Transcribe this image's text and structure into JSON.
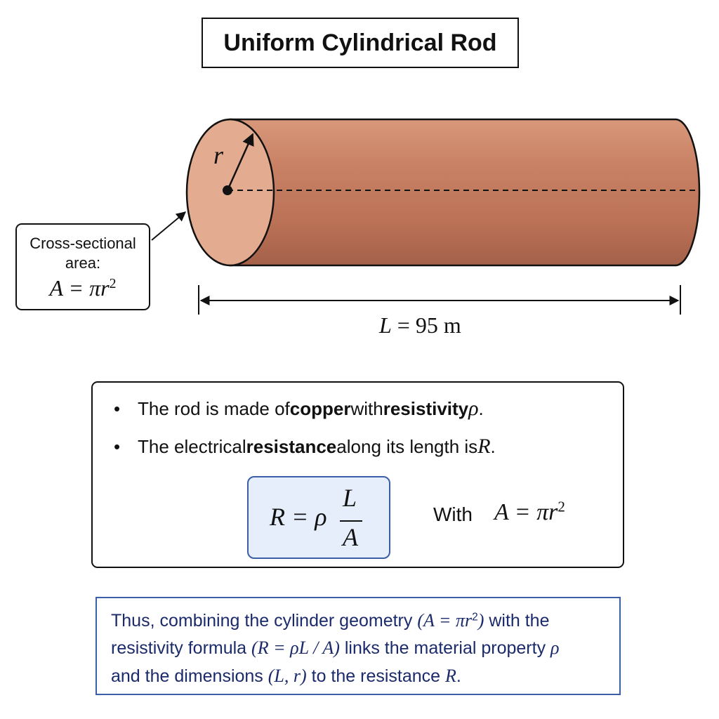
{
  "title": "Uniform Cylindrical Rod",
  "diagram": {
    "radius_label": "r",
    "cross_section": {
      "line1": "Cross-sectional",
      "line2": "area:",
      "formula": "A = πr",
      "exponent": "2"
    },
    "length": {
      "symbol": "L",
      "equals": " = ",
      "value": "95 m"
    },
    "colors": {
      "rod_body": "#c58066",
      "rod_face": "#e3ab8f",
      "outline": "#111111"
    }
  },
  "info": {
    "bullet1": {
      "pre": "The rod is made of ",
      "bold1": "copper",
      "mid": " with ",
      "bold2": "resistivity",
      "space": " ",
      "symbol": "ρ",
      "end": "."
    },
    "bullet2": {
      "pre": "The electrical ",
      "bold": "resistance",
      "mid": " along its length is ",
      "symbol": "R",
      "end": "."
    },
    "formula": {
      "lhs": "R = ρ",
      "numerator": "L",
      "denominator": "A"
    },
    "with_label": "With",
    "with_formula": "A = πr",
    "with_exponent": "2"
  },
  "summary": {
    "l1_text": "Thus, combining the cylinder geometry ",
    "l1_math": "(A = πr",
    "l1_exp": "2",
    "l1_close": ")",
    "l1_end": " with the",
    "l2_text": "resistivity formula ",
    "l2_math": "(R = ρL / A)",
    "l2_end": " links the material property ",
    "l2_sym": "ρ",
    "l3_text": "and the dimensions ",
    "l3_math": "(L, r)",
    "l3_end": " to the resistance ",
    "l3_sym": "R",
    "l3_dot": "."
  }
}
